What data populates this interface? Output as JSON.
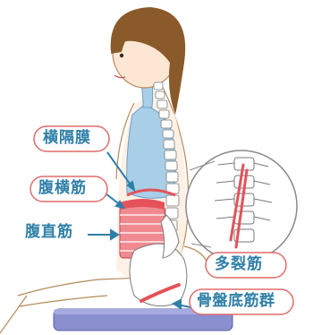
{
  "labels": {
    "diaphragm": "横隔膜",
    "transversus": "腹横筋",
    "rectus": "腹直筋",
    "multifidus": "多裂筋",
    "pelvic_floor": "骨盤底筋群"
  },
  "colors": {
    "label_text": "#2f7fa8",
    "pill_border": "#e06b6b",
    "muscle_red": "#e4525a",
    "skin": "#fde7d4",
    "hair": "#8a5a2b",
    "lung_blue": "#a9cfe8",
    "stool": "#8a8fd0"
  }
}
